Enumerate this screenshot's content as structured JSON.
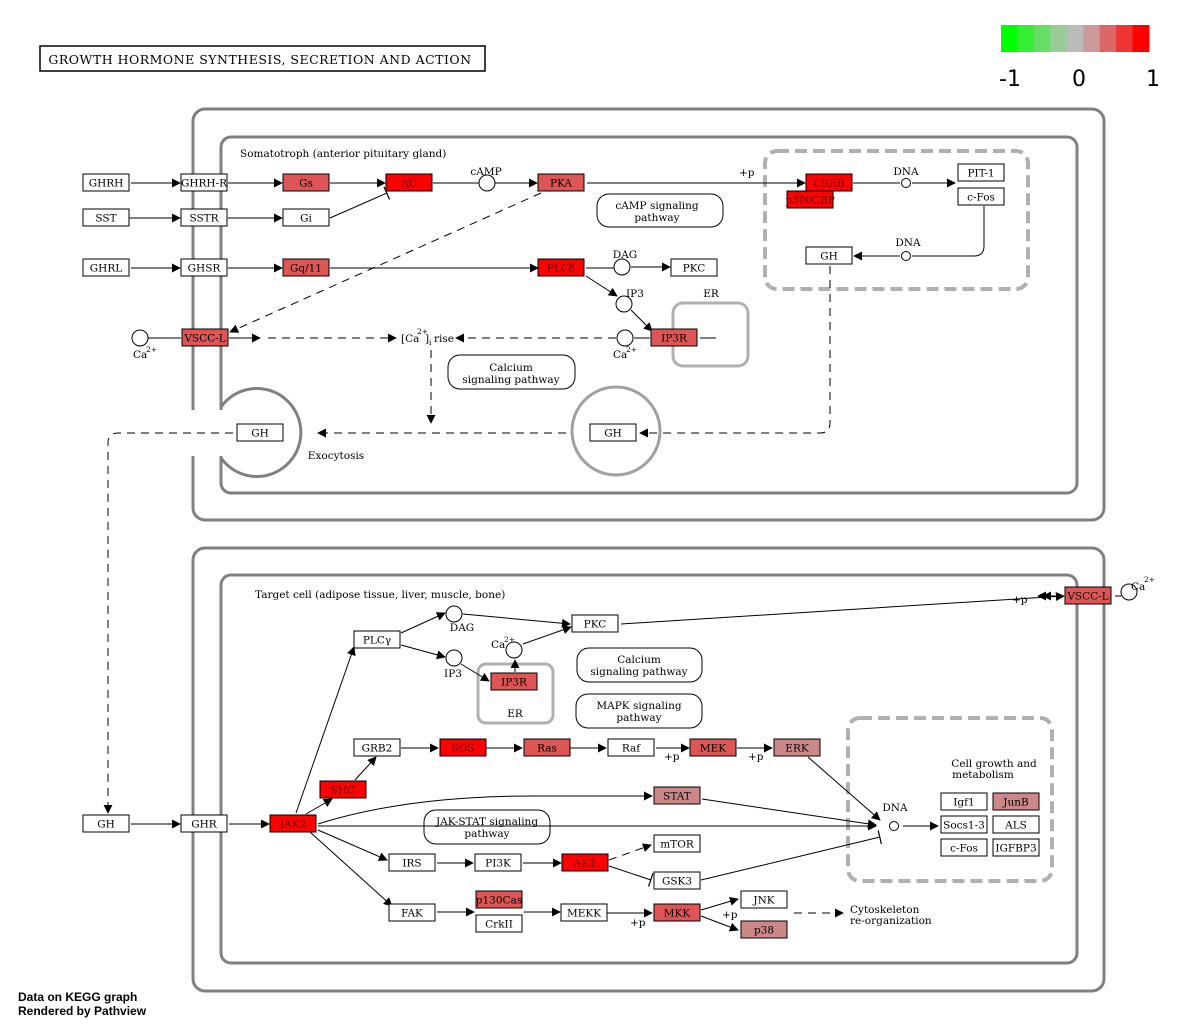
{
  "title": "GROWTH HORMONE SYNTHESIS, SECRETION AND ACTION",
  "legend": {
    "ticks": [
      "-1",
      "0",
      "1"
    ],
    "colors": [
      "#00ff00",
      "#33ee33",
      "#66dd66",
      "#99cc99",
      "#bbbbbb",
      "#cc9999",
      "#dd6666",
      "#ee3333",
      "#ff0000"
    ]
  },
  "colors": {
    "up_strong": "#ff0000",
    "up_medium": "#dd5555",
    "up_light": "#cc8888",
    "neutral": "#ffffff",
    "border": "#808080"
  },
  "compartments": {
    "somatotroph": "Somatotroph (anterior pituitary gland)",
    "target": "Target cell (adipose tissue, liver, muscle, bone)",
    "er": "ER",
    "exocytosis": "Exocytosis",
    "cell_growth_1": "Cell growth and",
    "cell_growth_2": "metabolism",
    "cytoskeleton_1": "Cytoskeleton",
    "cytoskeleton_2": "re-organization"
  },
  "pathways": {
    "camp_1": "cAMP signaling",
    "camp_2": "pathway",
    "calcium_1": "Calcium",
    "calcium_2": "signaling pathway",
    "mapk_1": "MAPK signaling",
    "mapk_2": "pathway",
    "jakstat_1": "JAK-STAT signaling",
    "jakstat_2": "pathway"
  },
  "labels": {
    "camp": "cAMP",
    "dna": "DNA",
    "dag": "DAG",
    "ip3": "IP3",
    "ca": "Ca",
    "ca_sup": "2+",
    "plus_p": "+p",
    "ca_rise_pre": "[Ca",
    "ca_rise_post": "]",
    "ca_rise_sub": "i",
    "ca_rise_word": "rise"
  },
  "genes": {
    "GHRH": "GHRH",
    "GHRH_R": "GHRH-R",
    "Gs": "Gs",
    "AC": "AC",
    "PKA": "PKA",
    "CREB": "CREB",
    "p300CBP": "p300CBP",
    "PIT1": "PIT-1",
    "cFos": "c-Fos",
    "SST": "SST",
    "SSTR": "SSTR",
    "Gi": "Gi",
    "GHRL": "GHRL",
    "GHSR": "GHSR",
    "Gq11": "Gq/11",
    "PLCb": "PLCβ",
    "PKC": "PKC",
    "VSCC_L": "VSCC-L",
    "IP3R": "IP3R",
    "GH": "GH",
    "GHR": "GHR",
    "JAK2": "JAK2",
    "SHC": "SHC",
    "GRB2": "GRB2",
    "SOS": "SOS",
    "Ras": "Ras",
    "Raf": "Raf",
    "MEK": "MEK",
    "ERK": "ERK",
    "PLCg": "PLCγ",
    "STAT": "STAT",
    "IRS": "IRS",
    "PI3K": "PI3K",
    "AKT": "AKT",
    "mTOR": "mTOR",
    "GSK3": "GSK3",
    "FAK": "FAK",
    "p130Cas": "p130Cas",
    "CrkII": "CrkII",
    "MEKK": "MEKK",
    "MKK": "MKK",
    "JNK": "JNK",
    "p38": "p38",
    "Igf1": "Igf1",
    "JunB": "JunB",
    "Socs1_3": "Socs1-3",
    "ALS": "ALS",
    "IGFBP3": "IGFBP3"
  },
  "footer": {
    "line1": "Data on KEGG graph",
    "line2": "Rendered by Pathview"
  }
}
